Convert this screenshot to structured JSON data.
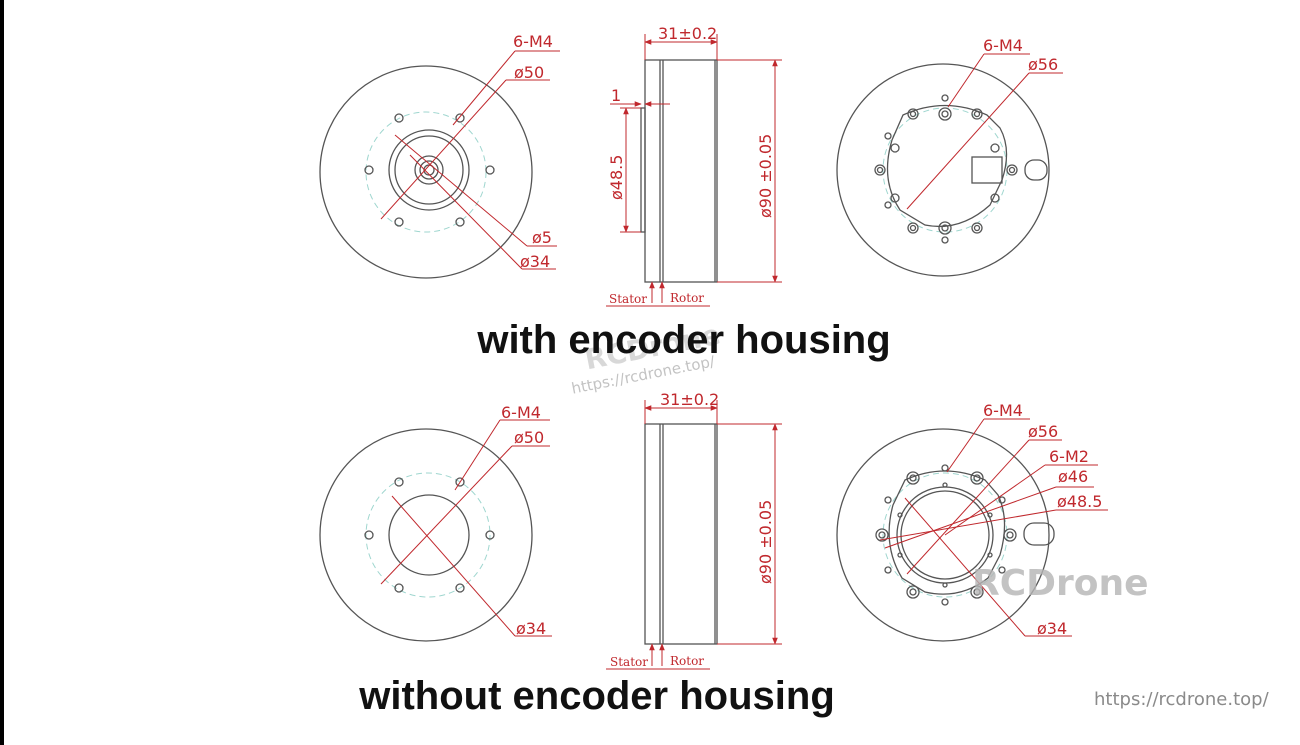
{
  "captions": {
    "top": "with encoder housing",
    "bottom": "without encoder housing"
  },
  "watermarks": {
    "url_center": "https://rcdrone.top/",
    "name_center": "RCDrone",
    "name_bottom_right": "RCDrone",
    "url_bottom_right": "https://rcdrone.top/"
  },
  "top_row": {
    "front": {
      "holes": "6-M4",
      "pcd": "ø50",
      "shaft": "ø5",
      "inner": "ø34"
    },
    "side": {
      "width": "31±0.2",
      "step": "1",
      "inner_dia": "ø48.5",
      "outer_dia": "ø90 ±0.05",
      "stator": "Stator",
      "rotor": "Rotor"
    },
    "back": {
      "holes": "6-M4",
      "pcd": "ø56"
    }
  },
  "bottom_row": {
    "front": {
      "holes": "6-M4",
      "pcd": "ø50",
      "inner": "ø34"
    },
    "side": {
      "width": "31±0.2",
      "outer_dia": "ø90 ±0.05",
      "stator": "Stator",
      "rotor": "Rotor"
    },
    "back": {
      "holes": "6-M4",
      "pcd": "ø56",
      "holes2": "6-M2",
      "d46": "ø46",
      "d485": "ø48.5",
      "inner": "ø34"
    }
  },
  "colors": {
    "dimension": "#c0282d",
    "outline": "#555555",
    "center": "#9fd6cf"
  }
}
